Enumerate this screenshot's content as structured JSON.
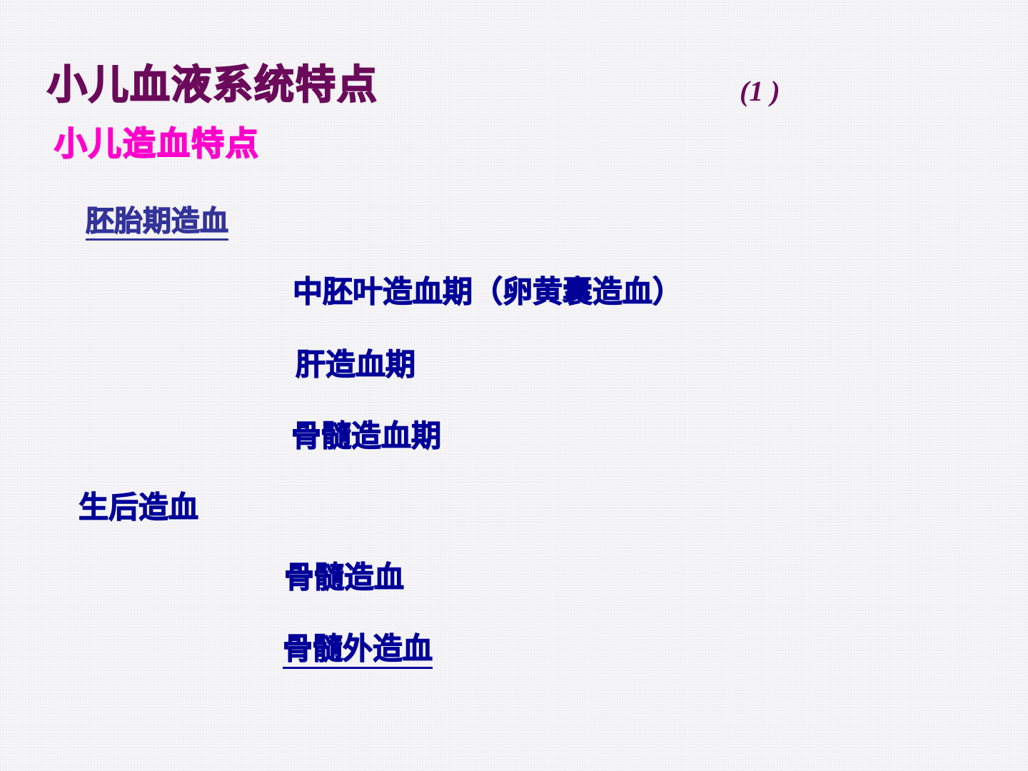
{
  "slide": {
    "title": "小儿血液系统特点",
    "page_number": "(1 )",
    "subtitle": "小儿造血特点",
    "sections": {
      "embryonic": "胚胎期造血",
      "mesoderm": "中胚叶造血期（卵黄囊造血）",
      "liver": "肝造血期",
      "bone_marrow_period": "骨髓造血期",
      "postnatal": "生后造血",
      "bone_marrow": "骨髓造血",
      "extramedullary": "骨髓外造血"
    },
    "colors": {
      "title": "#6b0a5a",
      "subtitle": "#ff00cc",
      "section_heading": "#333399",
      "body": "#000099"
    }
  }
}
